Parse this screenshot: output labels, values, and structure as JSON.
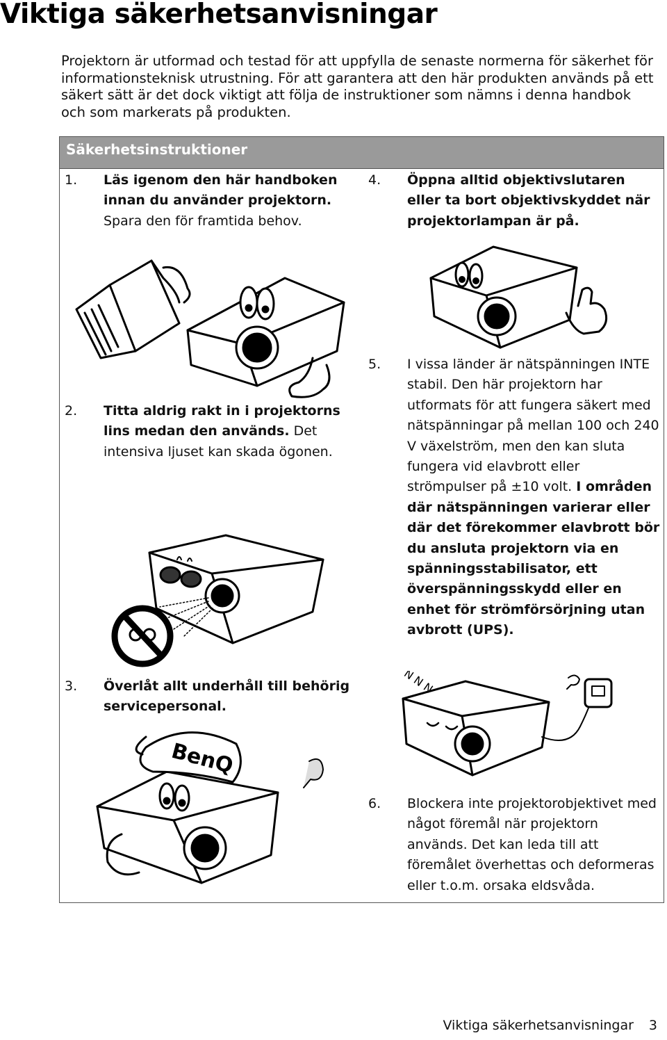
{
  "page": {
    "title": "Viktiga säkerhetsanvisningar",
    "intro": "Projektorn är utformad och testad för att uppfylla de senaste normerna för säkerhet för informationsteknisk utrustning. För att garantera att den här produkten används på ett säkert sätt är det dock viktigt att följa de instruktioner som nämns i denna handbok och som markerats på produkten."
  },
  "panel": {
    "heading": "Säkerhetsinstruktioner",
    "items": [
      {
        "num": "1.",
        "bold": "Läs igenom den här handboken innan du använder projektorn.",
        "rest": " Spara den för framtida behov."
      },
      {
        "num": "2.",
        "bold": "Titta aldrig rakt in i projektorns lins medan den används.",
        "rest": " Det intensiva ljuset kan skada ögonen."
      },
      {
        "num": "3.",
        "bold": "Överlåt allt underhåll till behörig servicepersonal.",
        "rest": ""
      },
      {
        "num": "4.",
        "bold": "Öppna alltid objektivslutaren eller ta bort objektivskyddet när projektorlampan är på.",
        "rest": ""
      },
      {
        "num": "5.",
        "pre": "I vissa länder är nätspänningen INTE stabil. Den här projektorn har utformats för att fungera säkert med nätspänningar på mellan 100 och 240 V växelström, men den kan sluta fungera vid elavbrott eller strömpulser på ±10 volt. ",
        "bold": "I områden där nätspänningen varierar eller där det förekommer elavbrott bör du ansluta projektorn via en spänningsstabilisator, ett överspänningsskydd eller en enhet för strömförsörjning utan avbrott (UPS)."
      },
      {
        "num": "6.",
        "rest": "Blockera inte projektorobjektivet med något föremål när projektorn används. Det kan leda till att föremålet överhettas och deformeras eller t.o.m. orsaka eldsvåda."
      }
    ]
  },
  "illustrations": {
    "cap_text": "BenQ",
    "snore_text": "N N N"
  },
  "footer": {
    "section": "Viktiga säkerhetsanvisningar",
    "page_number": "3"
  }
}
